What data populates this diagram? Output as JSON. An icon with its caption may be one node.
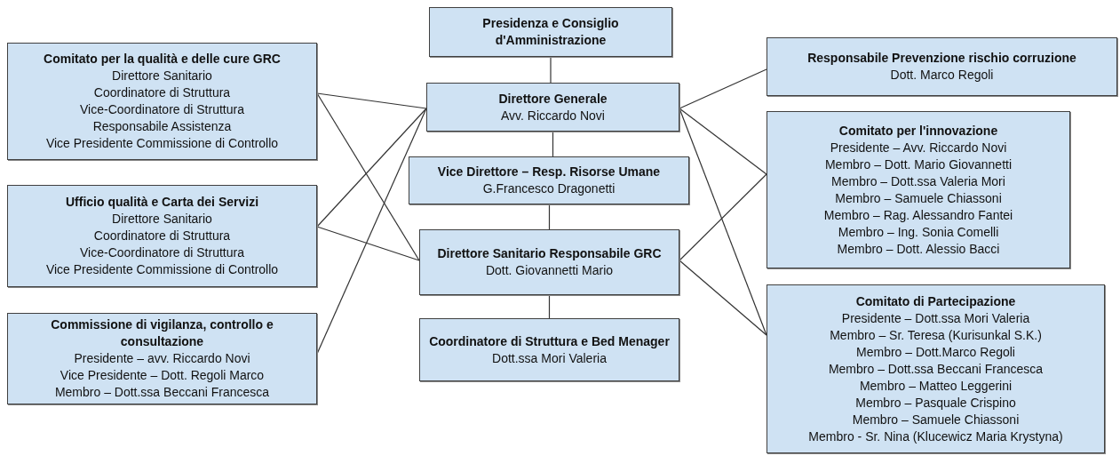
{
  "diagram": {
    "nodes": [
      {
        "text": [
          "Presidenza e Consiglio d'Amministrazione"
        ]
      },
      {
        "text": [
          "Direttore Generale",
          "Avv. Riccardo Novi"
        ]
      },
      {
        "text": [
          "Vice Direttore – Resp. Risorse Umane",
          "G.Francesco Dragonetti"
        ]
      },
      {
        "text": [
          "Direttore Sanitario Responsabile GRC",
          "Dott. Giovannetti Mario"
        ]
      },
      {
        "text": [
          "Coordinatore di Struttura e Bed Menager",
          "Dott.ssa Mori Valeria"
        ]
      },
      {
        "text": [
          "Comitato per la qualità e delle cure GRC",
          "Direttore Sanitario",
          "Coordinatore di Struttura",
          "Vice-Coordinatore di Struttura",
          "Responsabile Assistenza",
          "Vice Presidente Commissione di Controllo"
        ]
      },
      {
        "text": [
          "Ufficio qualità e Carta dei Servizi",
          "Direttore Sanitario",
          "Coordinatore di Struttura",
          "Vice-Coordinatore di Struttura",
          "Vice Presidente Commissione di Controllo"
        ]
      },
      {
        "text": [
          "Commissione di vigilanza, controllo e consultazione",
          "Presidente – avv. Riccardo Novi",
          "Vice Presidente – Dott. Regoli Marco",
          "Membro – Dott.ssa Beccani Francesca"
        ]
      },
      {
        "text": [
          "Responsabile Prevenzione rischio corruzione",
          "Dott. Marco Regoli"
        ]
      },
      {
        "text": [
          "Comitato per l'innovazione",
          "Presidente – Avv. Riccardo Novi",
          "Membro – Dott. Mario Giovannetti",
          "Membro – Dott.ssa Valeria Mori",
          "Membro – Samuele Chiassoni",
          "Membro – Rag. Alessandro Fantei",
          "Membro – Ing. Sonia Comelli",
          "Membro – Dott. Alessio Bacci"
        ]
      },
      {
        "text": [
          "Comitato di Partecipazione",
          "Presidente – Dott.ssa Mori Valeria",
          "Membro – Sr. Teresa (Kurisunkal S.K.)",
          "Membro – Dott.Marco Regoli",
          "Membro – Dott.ssa Beccani Francesca",
          "Membro – Matteo Leggerini",
          "Membro – Pasquale Crispino",
          "Membro – Samuele Chiassoni",
          "Membro - Sr. Nina (Klucewicz Maria Krystyna)"
        ]
      }
    ],
    "edges": [
      {
        "from": 0,
        "to": 1,
        "arrow": "none"
      },
      {
        "from": 1,
        "to": 2,
        "arrow": "none"
      },
      {
        "from": 2,
        "to": 3,
        "arrow": "none"
      },
      {
        "from": 3,
        "to": 4,
        "arrow": "none"
      },
      {
        "from": 5,
        "to": 1,
        "arrow": "none"
      },
      {
        "from": 5,
        "to": 3,
        "arrow": "none"
      },
      {
        "from": 6,
        "to": 1,
        "arrow": "none"
      },
      {
        "from": 6,
        "to": 3,
        "arrow": "none"
      },
      {
        "from": 7,
        "to": 1,
        "arrow": "none"
      },
      {
        "from": 1,
        "to": 8,
        "arrow": "none"
      },
      {
        "from": 1,
        "to": 9,
        "arrow": "none"
      },
      {
        "from": 1,
        "to": 10,
        "arrow": "none"
      },
      {
        "from": 3,
        "to": 9,
        "arrow": "none"
      },
      {
        "from": 3,
        "to": 10,
        "arrow": "none"
      }
    ]
  }
}
